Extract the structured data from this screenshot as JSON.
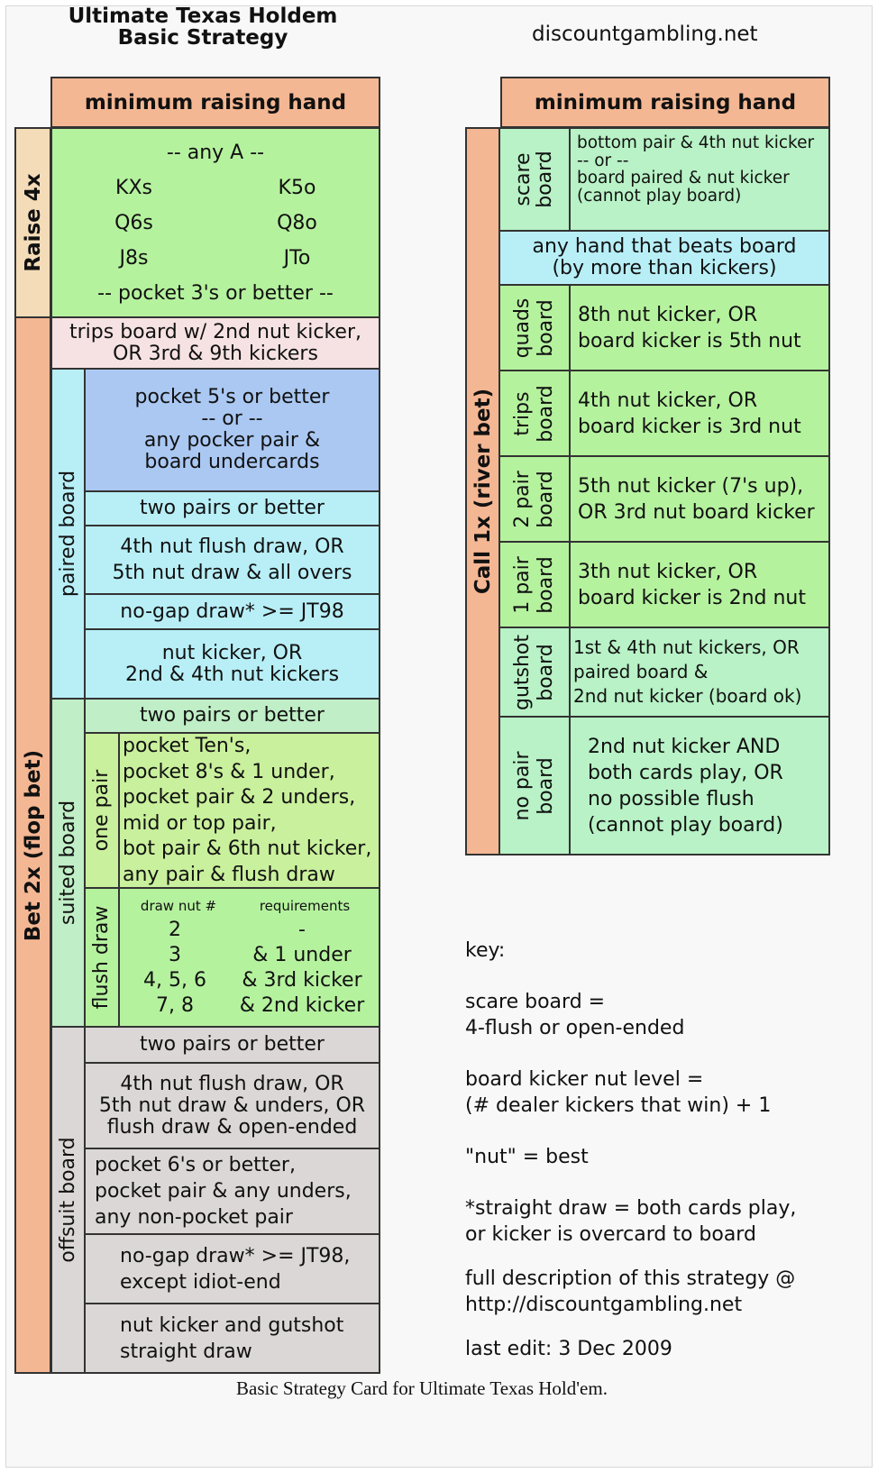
{
  "title": {
    "line1": "Ultimate Texas Holdem",
    "line2": "Basic Strategy"
  },
  "site": "discountgambling.net",
  "left": {
    "header": "minimum raising hand",
    "raise": {
      "label": "Raise 4x",
      "any_a": "-- any A --",
      "hands": [
        [
          "KXs",
          "K5o"
        ],
        [
          "Q6s",
          "Q8o"
        ],
        [
          "J8s",
          "JTo"
        ]
      ],
      "pocket": "-- pocket 3's or better --"
    },
    "bet_label": "Bet 2x (flop bet)",
    "trips": [
      "trips board w/ 2nd nut kicker,",
      "OR 3rd & 9th kickers"
    ],
    "paired": {
      "label": "paired board",
      "rows": [
        [
          "pocket 5's or better",
          "-- or --",
          "any pocker pair &",
          "board undercards"
        ],
        [
          "two pairs or better"
        ],
        [
          "4th nut flush draw, OR",
          "5th nut draw & all overs"
        ],
        [
          "no-gap draw* >= JT98"
        ],
        [
          "nut kicker, OR",
          "2nd & 4th nut kickers"
        ]
      ]
    },
    "suited": {
      "label": "suited board",
      "two_pairs": "two pairs or better",
      "one_pair_label": "one pair",
      "one_pair": [
        "pocket Ten's,",
        "pocket 8's & 1 under,",
        "pocket pair & 2 unders,",
        "mid or top pair,",
        "bot pair & 6th nut kicker,",
        "any pair & flush draw"
      ],
      "flush_label": "flush draw",
      "flush_head": [
        "draw nut #",
        "requirements"
      ],
      "flush_rows": [
        [
          "2",
          "-"
        ],
        [
          "3",
          "& 1 under"
        ],
        [
          "4, 5, 6",
          "& 3rd kicker"
        ],
        [
          "7, 8",
          "& 2nd kicker"
        ]
      ]
    },
    "offsuit": {
      "label": "offsuit board",
      "rows": [
        [
          "two pairs or better"
        ],
        [
          "4th nut flush draw, OR",
          "5th nut draw & unders, OR",
          "flush draw & open-ended"
        ],
        [
          "pocket 6's or better,",
          "pocket pair & any unders,",
          "any non-pocket pair"
        ],
        [
          "no-gap draw* >= JT98,",
          "except idiot-end"
        ],
        [
          "nut kicker and gutshot",
          "straight draw"
        ]
      ]
    }
  },
  "right": {
    "header": "minimum raising hand",
    "call_label": "Call 1x (river bet)",
    "scare": {
      "label": [
        "scare",
        "board"
      ],
      "text": [
        "bottom pair & 4th nut kicker",
        "-- or --",
        "board paired & nut kicker",
        "(cannot play board)"
      ]
    },
    "beats": [
      "any hand that beats board",
      "(by more than kickers)"
    ],
    "rows": [
      {
        "label": [
          "quads",
          "board"
        ],
        "text": [
          "8th nut kicker, OR",
          "board kicker is 5th nut"
        ]
      },
      {
        "label": [
          "trips",
          "board"
        ],
        "text": [
          "4th nut kicker, OR",
          "board kicker is 3rd nut"
        ]
      },
      {
        "label": [
          "2 pair",
          "board"
        ],
        "text": [
          "5th nut kicker (7's up),",
          "OR 3rd nut board kicker"
        ]
      },
      {
        "label": [
          "1 pair",
          "board"
        ],
        "text": [
          "3th nut kicker, OR",
          "board kicker is 2nd nut"
        ]
      },
      {
        "label": [
          "gutshot",
          "board"
        ],
        "text": [
          "1st & 4th nut kickers, OR",
          "paired board &",
          "2nd nut kicker (board ok)"
        ]
      },
      {
        "label": [
          "no pair",
          "board"
        ],
        "text": [
          "2nd nut kicker AND",
          "both cards play, OR",
          "no possible flush",
          "(cannot play board)"
        ]
      }
    ]
  },
  "key": {
    "title": "key:",
    "scare": [
      "scare board =",
      "4-flush or open-ended"
    ],
    "kicker": [
      "board kicker nut level =",
      "(# dealer kickers that win) + 1"
    ],
    "nut": "\"nut\" = best",
    "straight": [
      "*straight draw = both cards play,",
      "or kicker is overcard to board"
    ],
    "full": [
      "full description of this strategy @",
      "http://discountgambling.net"
    ],
    "edit": "last edit: 3 Dec 2009"
  },
  "caption": "Basic Strategy Card for Ultimate Texas Hold'em."
}
